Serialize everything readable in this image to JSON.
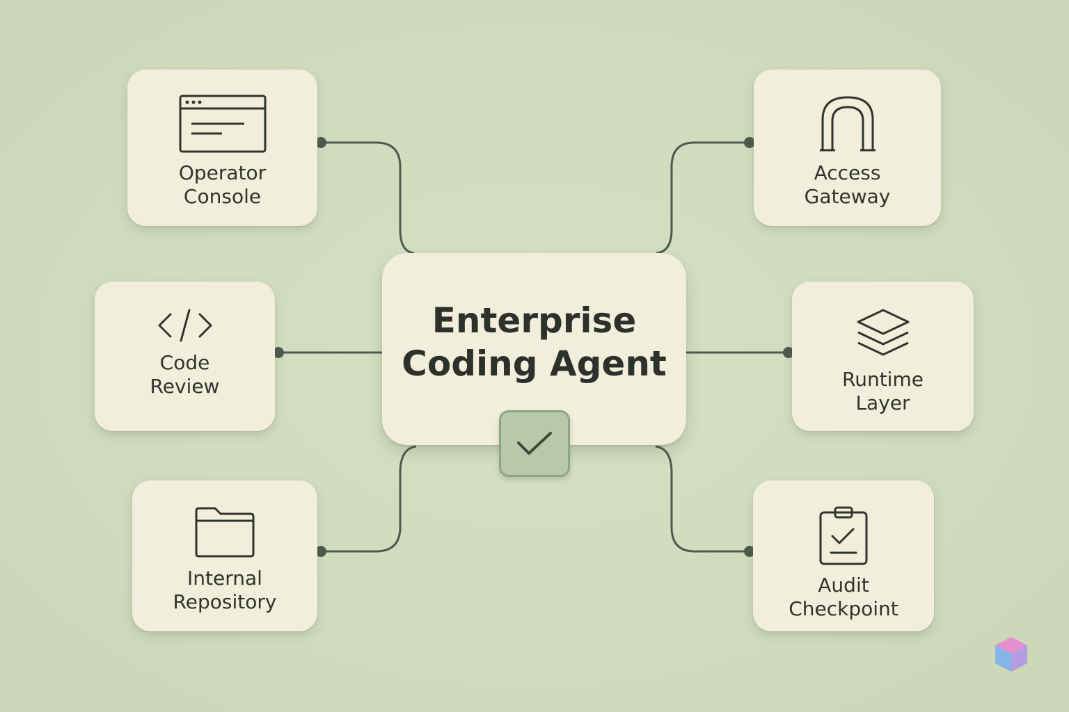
{
  "hub": {
    "title_line1": "Enterprise",
    "title_line2": "Coding Agent",
    "badge_icon": "check-icon"
  },
  "nodes": [
    {
      "id": "operator",
      "icon": "browser-window-icon",
      "line1": "Operator",
      "line2": "Console"
    },
    {
      "id": "code",
      "icon": "code-brackets-icon",
      "line1": "Code",
      "line2": "Review"
    },
    {
      "id": "repo",
      "icon": "folder-icon",
      "line1": "Internal",
      "line2": "Repository"
    },
    {
      "id": "gateway",
      "icon": "archway-icon",
      "line1": "Access",
      "line2": "Gateway"
    },
    {
      "id": "runtime",
      "icon": "layers-icon",
      "line1": "Runtime",
      "line2": "Layer"
    },
    {
      "id": "audit",
      "icon": "clipboard-check-icon",
      "line1": "Audit",
      "line2": "Checkpoint"
    }
  ],
  "colors": {
    "background": "#d1dcbe",
    "card": "#f1eedb",
    "connector": "#4e5a4c",
    "badge": "#b8c9a9",
    "text": "#2e332d"
  }
}
